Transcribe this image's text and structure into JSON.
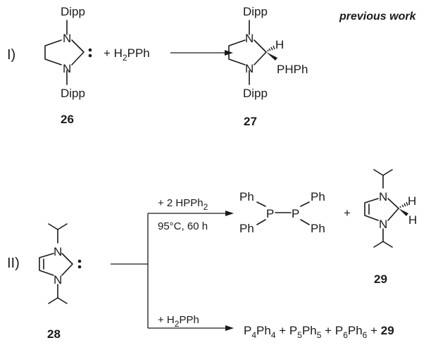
{
  "header": {
    "note": "previous work"
  },
  "section_1": {
    "label": "I)",
    "reactant": {
      "n_sub1": "Dipp",
      "n_sub2": "Dipp",
      "n1": "N",
      "n2": "N",
      "compound": "26"
    },
    "reagent": {
      "prefix": "+ H",
      "sub": "2",
      "suffix": "PPh"
    },
    "product": {
      "n_sub1": "Dipp",
      "n_sub2": "Dipp",
      "n1": "N",
      "n2": "N",
      "h": "H",
      "group": "PHPh",
      "compound": "27"
    }
  },
  "section_2": {
    "label": "II)",
    "reactant": {
      "n1": "N",
      "n2": "N",
      "compound": "28"
    },
    "upper": {
      "reagent": "+ 2 HPPh",
      "reagent_sub": "2",
      "conditions": "95°C, 60 h",
      "diphosphine": {
        "ph1": "Ph",
        "ph2": "Ph",
        "ph3": "Ph",
        "ph4": "Ph",
        "p1": "P",
        "p2": "P"
      },
      "plus": "+",
      "product": {
        "n1": "N",
        "n2": "N",
        "h1": "H",
        "h2": "H",
        "compound": "29"
      }
    },
    "lower": {
      "reagent_prefix": "+ H",
      "reagent_sub": "2",
      "reagent_suffix": "PPh",
      "products": [
        {
          "base": "P",
          "s1": "4",
          "mid": "Ph",
          "s2": "4"
        },
        {
          "base": "P",
          "s1": "5",
          "mid": "Ph",
          "s2": "5"
        },
        {
          "base": "P",
          "s1": "6",
          "mid": "Ph",
          "s2": "6"
        }
      ],
      "plus": "+",
      "final_compound": "29"
    }
  }
}
